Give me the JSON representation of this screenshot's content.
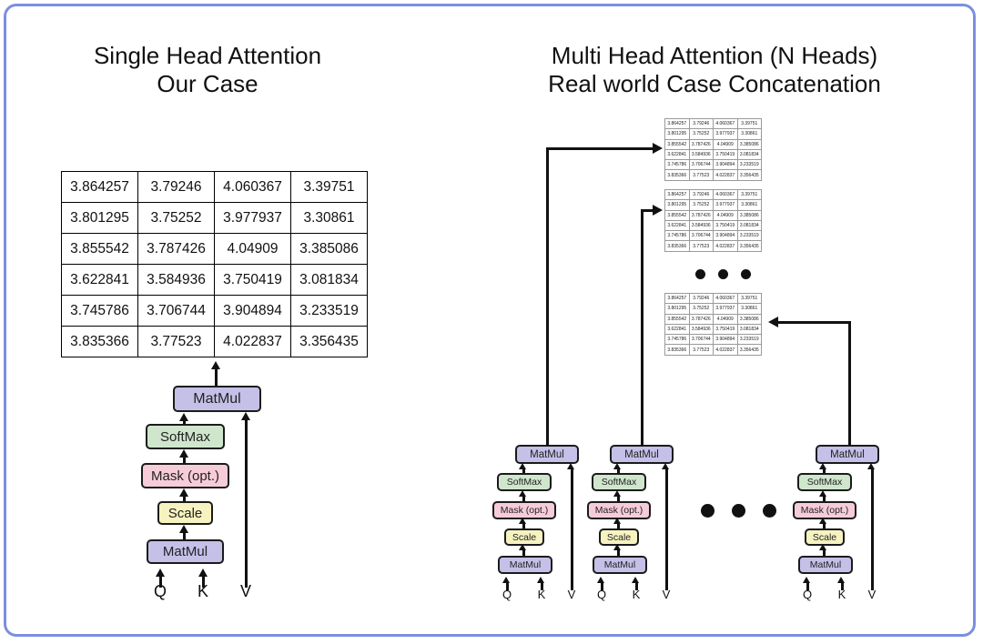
{
  "frame": {
    "border_color": "#7b8fe0",
    "background": "#ffffff"
  },
  "titles": {
    "left": "Single Head Attention\nOur Case",
    "right": "Multi Head Attention (N Heads)\nReal world Case Concatenation"
  },
  "table": {
    "rows": [
      [
        "3.864257",
        "3.79246",
        "4.060367",
        "3.39751"
      ],
      [
        "3.801295",
        "3.75252",
        "3.977937",
        "3.30861"
      ],
      [
        "3.855542",
        "3.787426",
        "4.04909",
        "3.385086"
      ],
      [
        "3.622841",
        "3.584936",
        "3.750419",
        "3.081834"
      ],
      [
        "3.745786",
        "3.706744",
        "3.904894",
        "3.233519"
      ],
      [
        "3.835366",
        "3.77523",
        "4.022837",
        "3.356435"
      ]
    ]
  },
  "mini_tables": [
    {
      "label": "head-1-output-matrix",
      "rows": [
        [
          "3.864257",
          "3.79246",
          "4.060367",
          "3.39751"
        ],
        [
          "3.801295",
          "3.75252",
          "3.977937",
          "3.30861"
        ],
        [
          "3.855542",
          "3.787426",
          "4.04909",
          "3.385086"
        ],
        [
          "3.622841",
          "3.584936",
          "3.750419",
          "3.081834"
        ],
        [
          "3.745786",
          "3.706744",
          "3.904894",
          "3.233519"
        ],
        [
          "3.835366",
          "3.77523",
          "4.022837",
          "3.356435"
        ]
      ]
    },
    {
      "label": "head-2-output-matrix",
      "rows": [
        [
          "3.864257",
          "3.79246",
          "4.060367",
          "3.39751"
        ],
        [
          "3.801295",
          "3.75252",
          "3.977937",
          "3.30861"
        ],
        [
          "3.855542",
          "3.787426",
          "4.04909",
          "3.385086"
        ],
        [
          "3.622841",
          "3.584936",
          "3.750419",
          "3.081834"
        ],
        [
          "3.745786",
          "3.706744",
          "3.904894",
          "3.233519"
        ],
        [
          "3.835366",
          "3.77523",
          "4.022837",
          "3.356435"
        ]
      ]
    },
    {
      "label": "head-n-output-matrix",
      "rows": [
        [
          "3.864257",
          "3.79246",
          "4.060367",
          "3.39751"
        ],
        [
          "3.801295",
          "3.75252",
          "3.977937",
          "3.30861"
        ],
        [
          "3.855542",
          "3.787426",
          "4.04909",
          "3.385086"
        ],
        [
          "3.622841",
          "3.584936",
          "3.750419",
          "3.081834"
        ],
        [
          "3.745786",
          "3.706744",
          "3.904894",
          "3.233519"
        ],
        [
          "3.835366",
          "3.77523",
          "4.022837",
          "3.356435"
        ]
      ]
    }
  ],
  "blocks": {
    "matmul": "MatMul",
    "softmax": "SoftMax",
    "mask": "Mask (opt.)",
    "scale": "Scale"
  },
  "inputs": {
    "q": "Q",
    "k": "K",
    "v": "V"
  },
  "ellipsis": "•••",
  "colors": {
    "matmul": "#c5c0e8",
    "softmax": "#cfe6cd",
    "mask": "#f7ccd9",
    "scale": "#f7f3c0",
    "frame": "#7b8fe0",
    "stroke": "#111111"
  }
}
